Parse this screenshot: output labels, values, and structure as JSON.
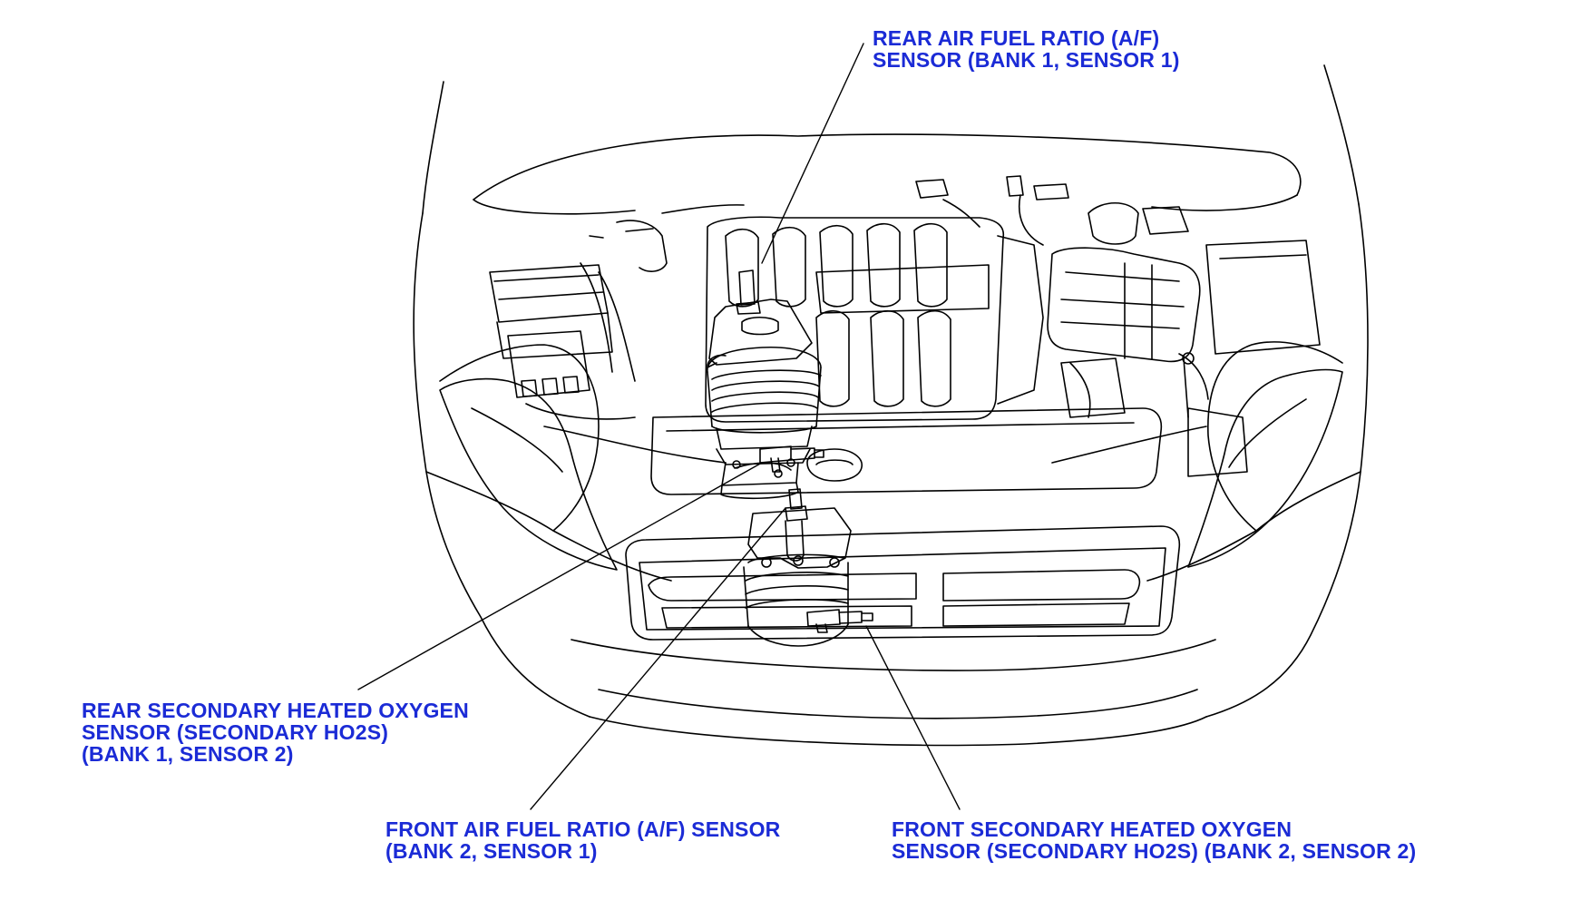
{
  "colors": {
    "label_text": "#1b2bd6",
    "line_art": "#000000",
    "background": "#ffffff"
  },
  "labels": {
    "rear_af_sensor": {
      "line1": "REAR AIR FUEL RATIO (A/F)",
      "line2": "SENSOR (BANK 1, SENSOR 1)"
    },
    "rear_secondary_ho2s": {
      "line1": "REAR SECONDARY HEATED OXYGEN",
      "line2": "SENSOR (SECONDARY HO2S)",
      "line3": "(BANK 1, SENSOR 2)"
    },
    "front_af_sensor": {
      "line1": "FRONT AIR FUEL RATIO (A/F) SENSOR",
      "line2": "(BANK 2, SENSOR 1)"
    },
    "front_secondary_ho2s": {
      "line1": "FRONT SECONDARY HEATED OXYGEN",
      "line2": "SENSOR (SECONDARY HO2S) (BANK 2, SENSOR 2)"
    }
  }
}
